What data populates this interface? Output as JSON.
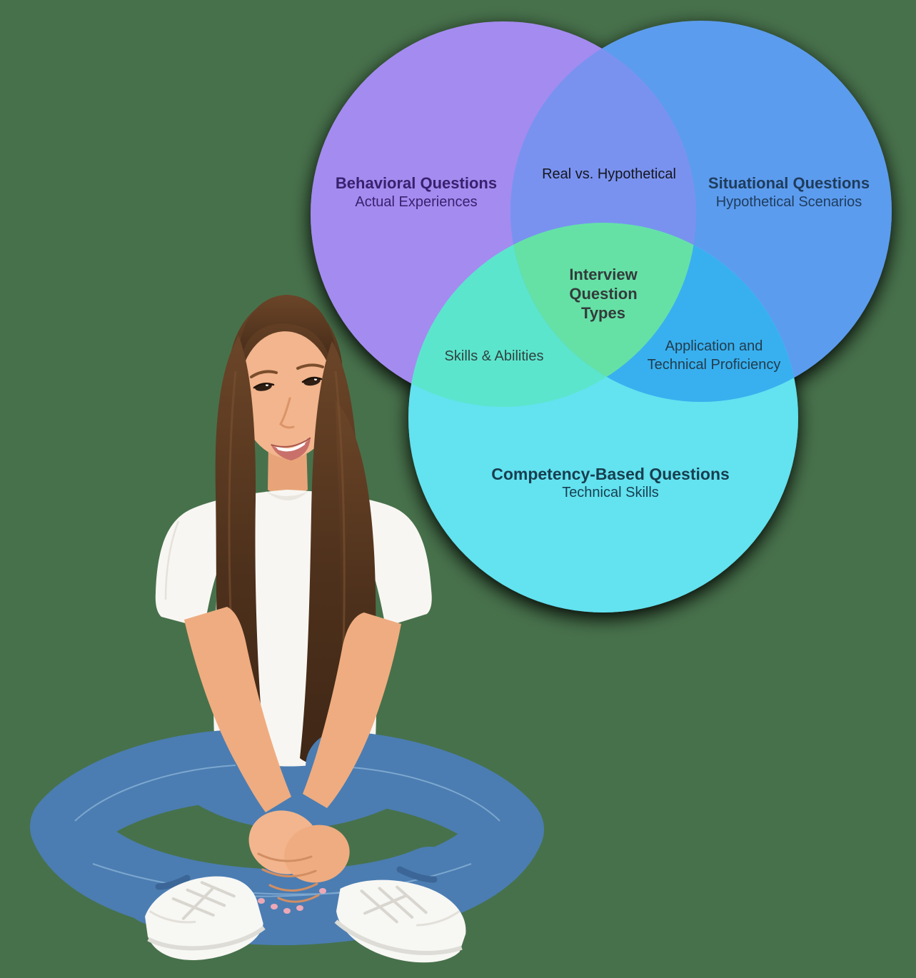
{
  "background_color": "#47714B",
  "venn": {
    "behavioral": {
      "title": "Behavioral Questions",
      "subtitle": "Actual Experiences"
    },
    "situational": {
      "title": "Situational Questions",
      "subtitle": "Hypothetical Scenarios"
    },
    "competency": {
      "title": "Competency-Based Questions",
      "subtitle": "Technical Skills"
    },
    "overlaps": {
      "behavioral_situational": "Real vs. Hypothetical",
      "behavioral_competency": "Skills & Abilities",
      "situational_competency": "Application and Technical Proficiency"
    },
    "center_label": "Interview Question Types",
    "colors": {
      "behavioral_circle": "#A48BF0",
      "situational_circle": "#5C9CEF",
      "competency_circle": "#64E2F0",
      "behavioral_situational_overlap": "#7A92EF",
      "behavioral_competency_overlap": "#5CE5CD",
      "situational_competency_overlap": "#38B0EF",
      "center_overlap": "#66E1A6",
      "behavioral_text": "#38216E",
      "situational_text": "#1E3C5C",
      "competency_text": "#173F4F",
      "overlap_text": "#14161D",
      "skills_text": "#2E4440",
      "application_text": "#223C4E",
      "center_text": "#333B3B",
      "shadow": "#000000"
    }
  },
  "woman": {
    "alt": "Young woman with long brown hair, white t-shirt and jeans, sitting cross-legged looking up at the diagram",
    "colors": {
      "skin": "#EFAC80",
      "skin_light": "#F2B58D",
      "skin_shadow": "#D28E63",
      "hair_dark": "#4E311C",
      "hair_light": "#6B4528",
      "shirt": "#F8F6F2",
      "jeans": "#4B7DB2",
      "jeans_seam": "#85AED4",
      "shoes": "#F7F7F4",
      "lips": "#C9706B"
    }
  }
}
